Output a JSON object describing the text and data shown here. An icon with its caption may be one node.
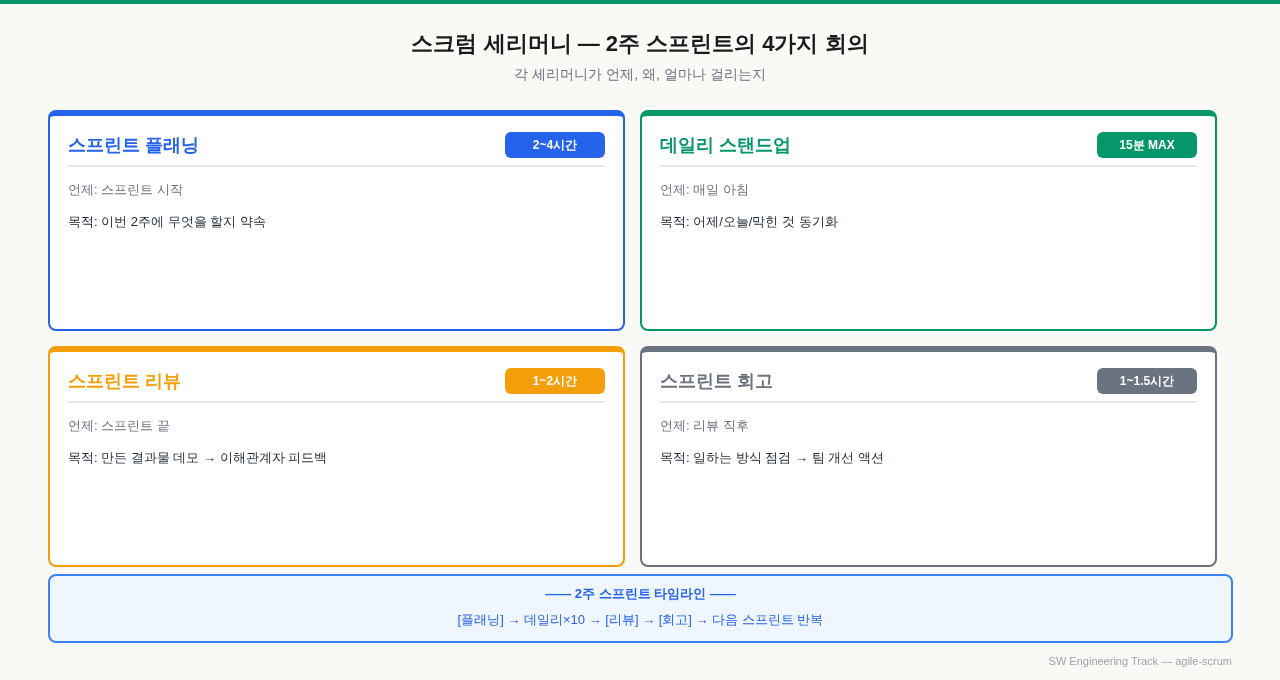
{
  "diagram": {
    "title": "스크럼 세리머니 — 2주 스프린트의 4가지 회의",
    "nodes": [
      {
        "text": [
          "스프린트 플래닝",
          "언제: 스프린트 시작",
          "목적: 이번 2주에 무엇을 할지 약속"
        ]
      },
      {
        "text": [
          "2~4시간"
        ],
        "in": 0
      },
      {
        "text": [
          "데일리 스탠드업",
          "언제: 매일 아침",
          "목적: 어제/오늘/막힌 것 동기화"
        ]
      },
      {
        "text": [
          "15분 MAX"
        ],
        "in": 2
      },
      {
        "text": [
          "스프린트 리뷰",
          "언제: 스프린트 끝",
          "목적: 만든 결과물 데모 → 이해관계자 피드백"
        ]
      },
      {
        "text": [
          "1~2시간"
        ],
        "in": 4
      },
      {
        "text": [
          "스프린트 회고",
          "언제: 리뷰 직후",
          "목적: 일하는 방식 점검 → 팀 개선 액션"
        ]
      },
      {
        "text": [
          "1~1.5시간"
        ],
        "in": 6
      },
      {
        "text": [
          "—— 2주 스프린트 타임라인 ——",
          "[플래닝] → 데일리×10 → [리뷰] → [회고] → 다음 스프린트 반복"
        ]
      }
    ],
    "edges": [],
    "labels": [
      "각 세리머니가 언제, 왜, 얼마나 걸리는지",
      "SW Engineering Track — agile-scrum"
    ]
  }
}
